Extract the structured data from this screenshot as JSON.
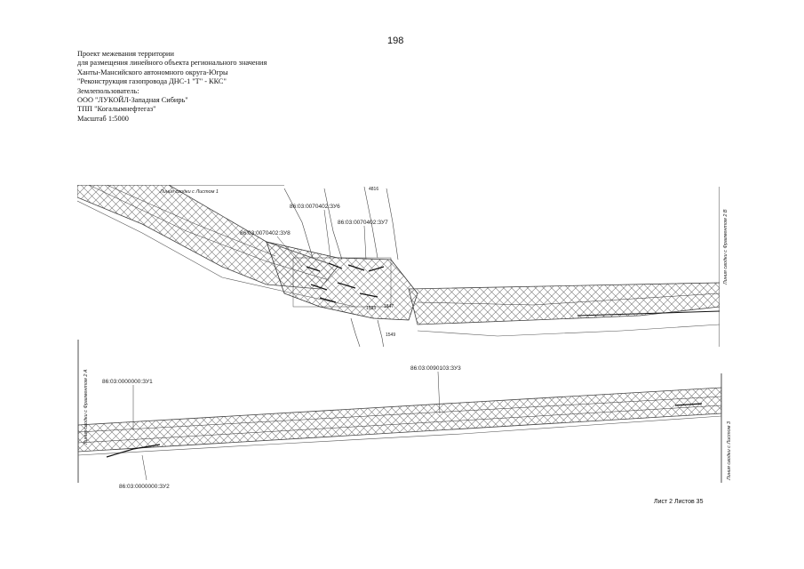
{
  "page_number": "198",
  "header": {
    "lines": [
      "Проект межевания территории",
      "для размещения линейного объекта регионального значения",
      "Ханты-Мансийского автономного округа-Югры",
      "\"Реконструкция газопровода ДНС-1 \"Т\" - ККС\"",
      "Землепользователь:",
      "ООО \"ЛУКОЙЛ-Западная Сибирь\"",
      "ТПП \"Когалымнефтегаз\"",
      "Масштаб 1:5000"
    ]
  },
  "map": {
    "parcel_labels": {
      "zu6": "86:03:0070402:ЗУ6",
      "zu7": "86:03:0070402:ЗУ7",
      "zu8": "86:03:0070402:ЗУ8",
      "zu1": "86:03:0000000:ЗУ1",
      "zu2": "86:03:0000000:ЗУ2",
      "zu3": "86:03:0090103:ЗУ3"
    },
    "match_lines": {
      "top_left": "Линия сводки с Листом 1",
      "top_right": "Линия сводки с Фрагментом 2 В",
      "bottom_left": "Линия сводки с Фрагментом 2 А",
      "bottom_right": "Линия сводки с Листом 3"
    },
    "point_labels": {
      "p1": "1847",
      "p2": "1549",
      "p3": "1533",
      "p4": "4816"
    }
  },
  "footer": {
    "sheet": "Лист 2 Листов 35"
  }
}
